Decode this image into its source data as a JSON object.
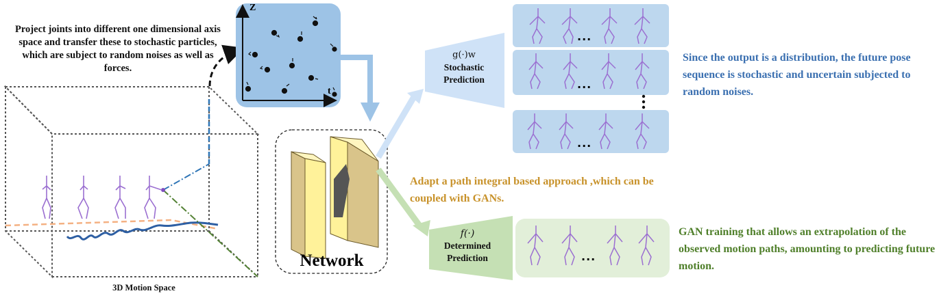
{
  "captions": {
    "project_text": "Project joints into different one dimensional axis space and transfer these to stochastic particles, which are subject to random noises as well as forces.",
    "motion_space": "3D Motion Space",
    "network": "Network",
    "stochastic_fn": "g(·)w",
    "stochastic_label": "Stochastic Prediction",
    "determined_fn": "f(·)",
    "determined_label": "Determined Prediction",
    "stochastic_note": "Since the output is a distribution,  the future pose sequence is stochastic and uncertain subjected to random noises.",
    "path_integral_note": "Adapt a path integral based approach ,which can be coupled with GANs.",
    "gan_note": "GAN training that allows an extrapolation of the observed motion paths, amounting to predicting future motion."
  },
  "axes": {
    "vertical": "Z",
    "horizontal": "t"
  },
  "ellipsis": "...",
  "colors": {
    "particle_box": "#9dc3e6",
    "stochastic_panel": "#bdd7ee",
    "deterministic_panel": "#e2efd9",
    "stochastic_funnel": "#cfe2f7",
    "deterministic_funnel": "#c5e0b4",
    "skeleton": "#9b6fd1",
    "network_block": "#fff29a",
    "blue_text": "#3a6fb0",
    "gold_text": "#c8922a",
    "green_text": "#4f7f2a"
  }
}
